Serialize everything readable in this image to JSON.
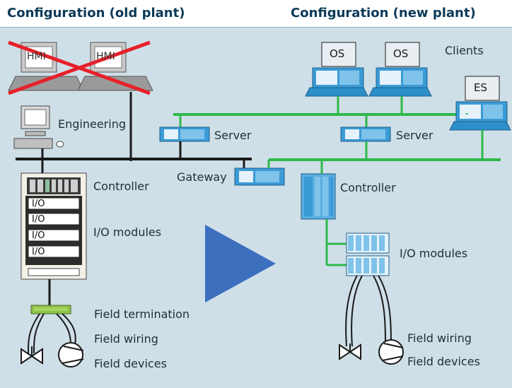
{
  "header": {
    "old_title": "Configuration (old plant)",
    "new_title": "Configuration (new plant)"
  },
  "old_plant": {
    "hmi_screens": [
      "HMI",
      "HMI"
    ],
    "engineering": "Engineering",
    "controller": "Controller",
    "io_module_tag": "I/O",
    "io_modules": "I/O modules",
    "field_termination": "Field termination",
    "field_wiring": "Field wiring",
    "field_devices": "Field devices"
  },
  "bridge": {
    "server": "Server",
    "gateway": "Gateway"
  },
  "new_plant": {
    "os_screens": [
      "OS",
      "OS"
    ],
    "clients": "Clients",
    "es_screen": "ES",
    "server": "Server",
    "controller": "Controller",
    "io_modules": "I/O modules",
    "field_wiring": "Field wiring",
    "field_devices": "Field devices"
  },
  "colors": {
    "old_bus": "#1a1a1a",
    "new_bus": "#2fb84a",
    "arrow": "#3d6fbf",
    "cross": "#e6202a",
    "panel": "#cfdfe8",
    "header_text": "#0b3a57"
  }
}
